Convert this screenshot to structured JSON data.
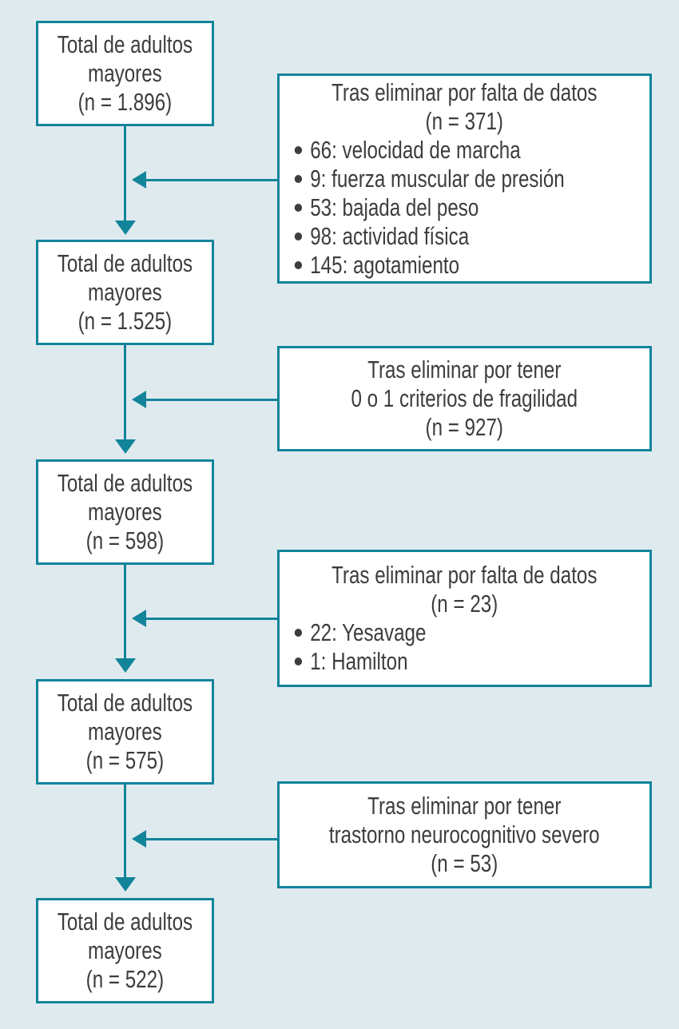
{
  "colors": {
    "teal": "#12849a",
    "background": "#dfeaef",
    "text": "#3d3d3d",
    "box_background": "#ffffff"
  },
  "flow": {
    "steps": [
      {
        "line1": "Total de adultos",
        "line2": "mayores",
        "n": "(n = 1.896)"
      },
      {
        "line1": "Total de adultos",
        "line2": "mayores",
        "n": "(n = 1.525)"
      },
      {
        "line1": "Total de adultos",
        "line2": "mayores",
        "n": "(n = 598)"
      },
      {
        "line1": "Total de adultos",
        "line2": "mayores",
        "n": "(n = 575)"
      },
      {
        "line1": "Total de adultos",
        "line2": "mayores",
        "n": "(n = 522)"
      }
    ],
    "exclusions": [
      {
        "title": "Tras eliminar por falta de datos",
        "n": "(n = 371)",
        "items": [
          "66: velocidad de marcha",
          "9: fuerza muscular de presión",
          "53: bajada del peso",
          "98: actividad física",
          "145: agotamiento"
        ]
      },
      {
        "title": "Tras eliminar por tener",
        "title2": "0 o 1 criterios de fragilidad",
        "n": "(n = 927)"
      },
      {
        "title": "Tras eliminar por falta de datos",
        "n": "(n = 23)",
        "items": [
          "22: Yesavage",
          "1: Hamilton"
        ]
      },
      {
        "title": "Tras eliminar por tener",
        "title2": "trastorno neurocognitivo severo",
        "n": "(n = 53)"
      }
    ]
  }
}
